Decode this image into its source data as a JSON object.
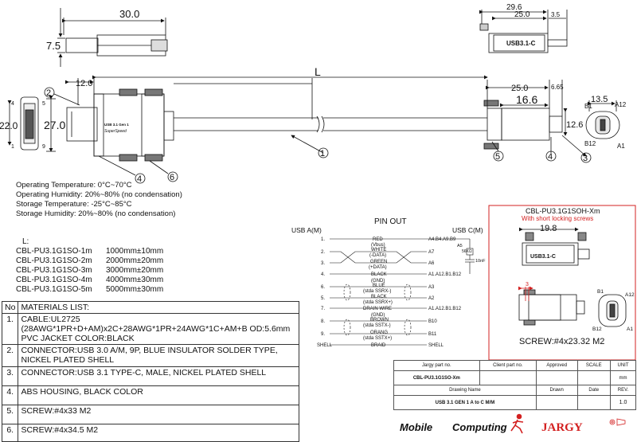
{
  "title": "CBL-PU3.1G1SO-Xm",
  "dimensions": {
    "top_len": "30.0",
    "top_h": "7.5",
    "c_top_len": "29.6",
    "c_top_len2": "25.0",
    "c_top_small": "3.5",
    "overall_L": "L",
    "a_12": "12.0",
    "c_25": "25.0",
    "c_665": "6.65",
    "c_166": "16.6",
    "c_126": "12.6",
    "c_135": "13.5",
    "a_22": "22.0",
    "a_27": "27.0",
    "inset_198": "19.8",
    "inset_3": "3"
  },
  "callouts": {
    "c1": "1",
    "c2": "2",
    "c3": "3",
    "c4a": "4",
    "c4b": "4",
    "c5": "5",
    "c6": "6"
  },
  "usba_pins": {
    "p4": "4",
    "p5": "5",
    "p1": "1",
    "p9": "9"
  },
  "c_pins": {
    "b1": "B1",
    "a12": "A12",
    "b12": "B12",
    "a1": "A1"
  },
  "connector_labels": {
    "usb3_lbl": "USB 3.1 Gen 1",
    "super": "SuperSpeed",
    "c_lbl": "USB3.1-C",
    "inset_c_lbl": "USB3.1-C"
  },
  "specs": [
    "Operating Temperature: 0°C~70°C",
    "Operating Humidity: 20%~80% (no condensation)",
    "Storage Temperature: -25°C~85°C",
    "Storage  Humidity: 20%~80% (no condensation)"
  ],
  "lengths": {
    "header": "L:",
    "rows": [
      {
        "part": "CBL-PU3.1G1SO-1m",
        "len": "1000mm±10mm"
      },
      {
        "part": "CBL-PU3.1G1SO-2m",
        "len": "2000mm±20mm"
      },
      {
        "part": "CBL-PU3.1G1SO-3m",
        "len": "3000mm±20mm"
      },
      {
        "part": "CBL-PU3.1G1SO-4m",
        "len": "4000mm±30mm"
      },
      {
        "part": "CBL-PU3.1G1SO-5m",
        "len": "5000mm±30mm"
      }
    ]
  },
  "materials": {
    "header_no": "No",
    "header_text": "MATERIALS LIST:",
    "rows": [
      {
        "no": "1.",
        "text": "CABLE:UL2725 (28AWG*1PR+D+AM)x2C+28AWG*1PR+24AWG*1C+AM+B OD:5.6mm  PVC JACKET COLOR:BLACK"
      },
      {
        "no": "2.",
        "text": "CONNECTOR:USB 3.0 A/M, 9P, BLUE INSULATOR SOLDER TYPE, NICKEL PLATED SHELL"
      },
      {
        "no": "3.",
        "text": "CONNECTOR:USB 3.1 TYPE-C, MALE, NICKEL PLATED SHELL"
      },
      {
        "no": "4.",
        "text": "ABS HOUSING, BLACK COLOR"
      },
      {
        "no": "5.",
        "text": "SCREW:#4x33 M2"
      },
      {
        "no": "6.",
        "text": "SCREW:#4x34.5 M2"
      }
    ]
  },
  "pinout": {
    "title": "PIN OUT",
    "left_label": "USB A(M)",
    "right_label": "USB C(M)",
    "rows": [
      {
        "pin": "1.",
        "name": "RED",
        "sub": "(Vbus)",
        "right": "A4.B4.A9.B9"
      },
      {
        "pin": "2.",
        "name": "WHITE",
        "sub": "(-DATA)",
        "right": "A7"
      },
      {
        "pin": "3.",
        "name": "GREEN",
        "sub": "(+DATA)",
        "right": "A6"
      },
      {
        "pin": "4.",
        "name": "BLACK",
        "sub": "(GND)",
        "right": "A1.A12.B1.B12"
      },
      {
        "pin": "6.",
        "name": "BLUE",
        "sub": "(stda SSRX-)",
        "right": "A3"
      },
      {
        "pin": "5.",
        "name": "BLACK",
        "sub": "(stda SSRX+)",
        "right": "A2"
      },
      {
        "pin": "7.",
        "name": "DRAIN WIRE",
        "sub": "(GND)",
        "right": "A1.A12.B1.B12"
      },
      {
        "pin": "8.",
        "name": "BROWN",
        "sub": "(stda SSTX-)",
        "right": "B10"
      },
      {
        "pin": "9.",
        "name": "ORANG",
        "sub": "(stda SSTX+)",
        "right": "B11"
      },
      {
        "pin": "SHELL",
        "name": "BRAID",
        "sub": "",
        "right": "SHELL"
      }
    ],
    "res_a5": "A5",
    "res_val": "56KΩ",
    "cap": "10nF"
  },
  "inset": {
    "title": "CBL-PU3.1G1SOH-Xm",
    "subtitle": "With short locking screws",
    "screw": "SCREW:#4x23.32 M2"
  },
  "title_block": {
    "jargy_part": "Jargy part no.",
    "client_part": "Client part no.",
    "approved": "Approved",
    "scale": "SCALE",
    "unit": "UNIT",
    "part_value": "CBL-PU3.1G1SO-Xm",
    "unit_value": "mm",
    "drawing_name": "Drawing Name",
    "drawn": "Drawn",
    "date": "Date",
    "rev": "REV.",
    "drawing_value": "USB 3.1 GEN 1 A to C M/M",
    "rev_value": "1.0",
    "logo_mobile": "Mobile",
    "logo_computing": "Computing",
    "logo_jargy": "JARGY"
  },
  "colors": {
    "accent_red": "#d32020",
    "line": "#111111"
  }
}
